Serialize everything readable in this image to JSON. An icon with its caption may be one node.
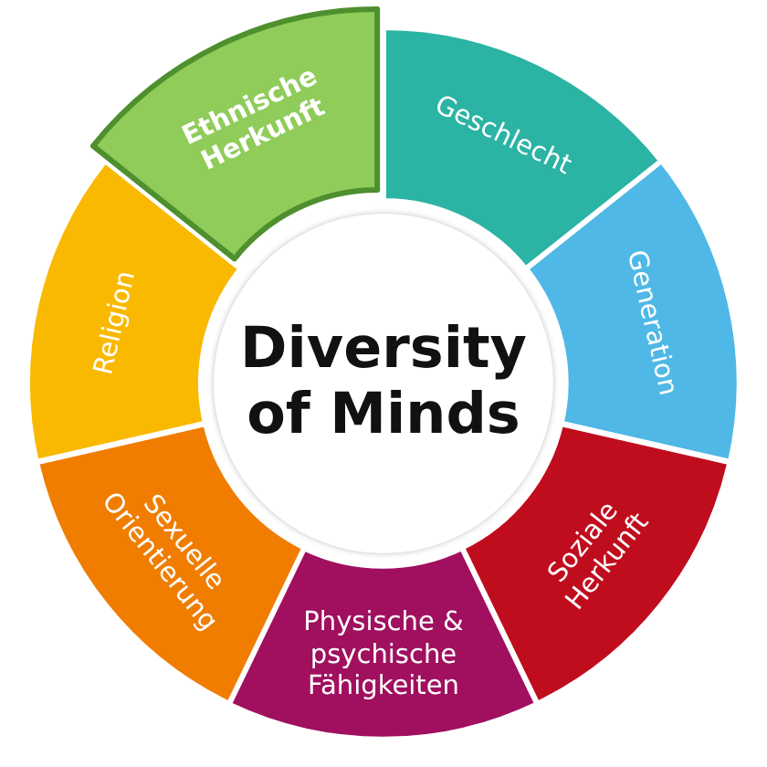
{
  "diagram": {
    "nodes": [
      {
        "text": [
          "Diversity of Minds"
        ]
      },
      {
        "text": [
          "Geschlecht"
        ]
      },
      {
        "text": [
          "Generation"
        ]
      },
      {
        "text": [
          "Soziale Herkunft"
        ]
      },
      {
        "text": [
          "Physische & psychische Fähigkeiten"
        ]
      },
      {
        "text": [
          "Sexuelle Orientierung"
        ]
      },
      {
        "text": [
          "Religion"
        ]
      },
      {
        "text": [
          "Ethnische Herkunft"
        ]
      }
    ]
  }
}
